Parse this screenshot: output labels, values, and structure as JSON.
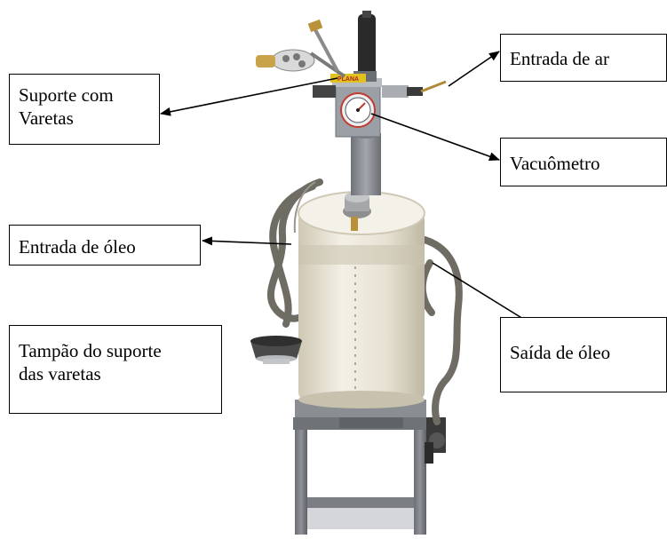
{
  "colors": {
    "stand": "#7d8187",
    "stand_dark": "#5f6368",
    "tank": "#ece8dc",
    "tank_shade": "#d6d0bf",
    "hose": "#7a776e",
    "gauge_box": "#9aa0a6",
    "hose_blue": "#3f86c8",
    "arrow": "#000000"
  },
  "labels": {
    "entrada_ar": "Entrada de ar",
    "suporte": "Suporte com\nVaretas",
    "vacuometro": "Vacuômetro",
    "entrada_oleo": "Entrada de óleo",
    "tampao": "Tampão do suporte\ndas varetas",
    "saida_oleo": "Saída de óleo"
  },
  "brand_plate": "PLANA"
}
